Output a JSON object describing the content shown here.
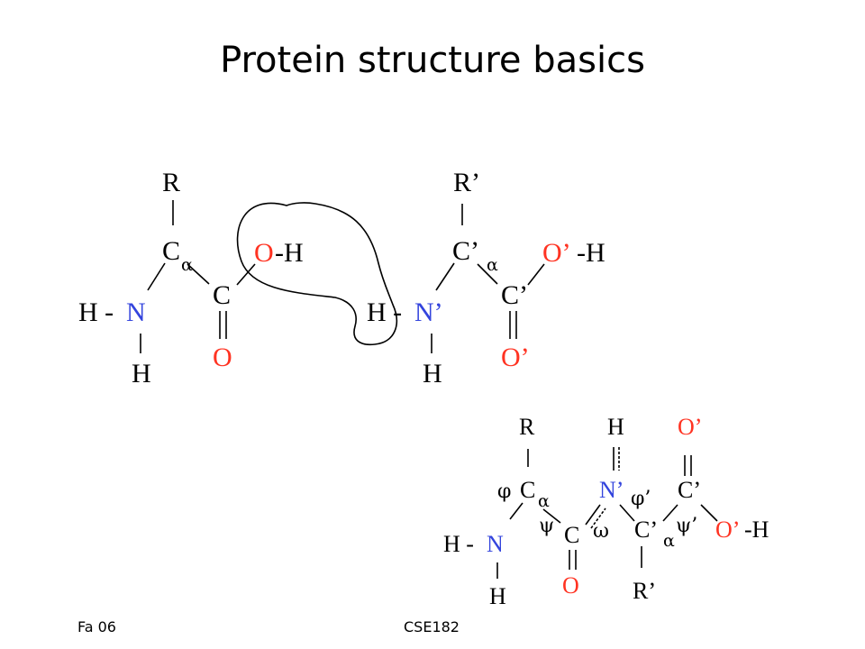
{
  "slide": {
    "title": "Protein structure basics",
    "footer_left": "Fa 06",
    "footer_center": "CSE182"
  },
  "colors": {
    "nitrogen": "#3344dd",
    "oxygen": "#ff3322",
    "text": "#000000",
    "background": "#ffffff"
  },
  "molecule1": {
    "R": "R",
    "C_alpha": "C",
    "alpha": "α",
    "C": "C",
    "O_double": "O",
    "O": "O",
    "OH_suffix": "-H",
    "H_left": "H -",
    "N": "N",
    "H_bottom": "H"
  },
  "molecule2": {
    "R": "R’",
    "C_alpha": "C’",
    "alpha": "α",
    "C": "C’",
    "O_double": "O’",
    "O": "O’",
    "OH_suffix": "-H",
    "H_left": "H -",
    "N": "N’",
    "H_bottom": "H"
  },
  "dipeptide": {
    "R": "R",
    "H_top": "H",
    "O_top": "O’",
    "phi": "φ",
    "C_alpha": "C",
    "alpha": "α",
    "N_prime": "N’",
    "phi_prime": "φ’",
    "C_prime_top": "C’",
    "psi": "ψ",
    "C": "C",
    "omega": "ω",
    "C_prime_mid": "C’",
    "alpha2": "α",
    "psi_prime": "ψ’",
    "O_prime": "O’",
    "OH_suffix": "-H",
    "H_left": "H -",
    "N": "N",
    "O_bottom": "O",
    "R_prime": "R’",
    "H_bottom": "H"
  }
}
